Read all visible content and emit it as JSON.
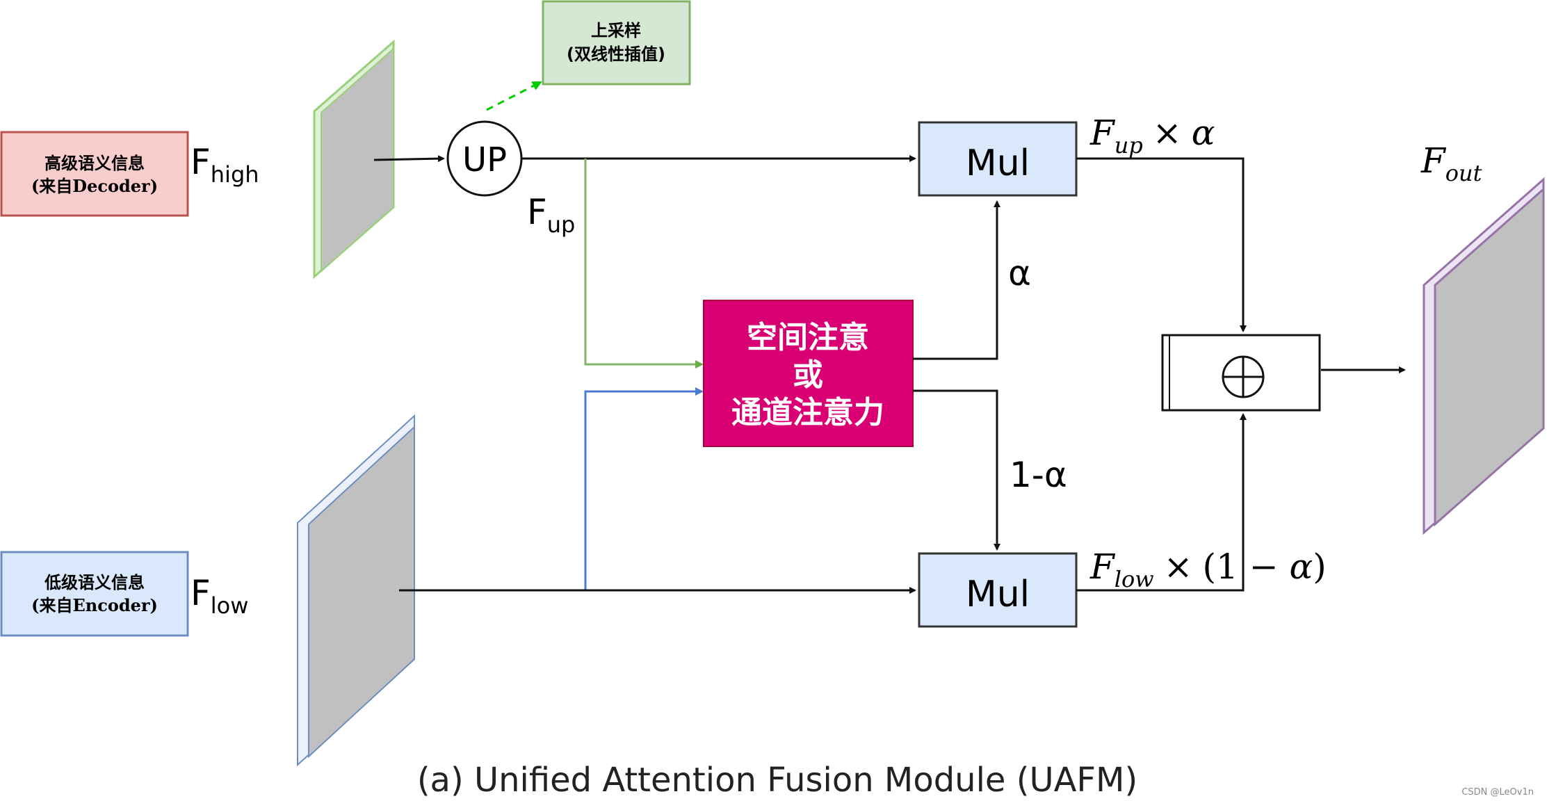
{
  "labels": {
    "high_info_line1": "高级语义信息",
    "high_info_line2": "(来自Decoder)",
    "low_info_line1": "低级语义信息",
    "low_info_line2": "(来自Encoder)",
    "upsample_line1": "上采样",
    "upsample_line2": "(双线性插值)",
    "up_node": "UP",
    "mul_top": "Mul",
    "mul_bottom": "Mul",
    "attention_line1": "空间注意",
    "attention_line2": "或",
    "attention_line3": "通道注意力",
    "plus": "⊕",
    "watermark": "CSDN @LeOv1n"
  },
  "math": {
    "f": "F",
    "high_sub": "high",
    "low_sub": "low",
    "up_sub": "up",
    "out_sub": "out",
    "times": "×",
    "alpha": "α",
    "one_minus_alpha": "1-α",
    "open_paren": "(1 − ",
    "close_paren": ")"
  },
  "caption": "(a) Unified Attention Fusion Module (UAFM)",
  "colors": {
    "red_box_fill": "#f8cecc",
    "red_box_stroke": "#b85450",
    "blue_box_fill": "#dae8fc",
    "blue_box_stroke": "#6c8ebf",
    "green_box_fill": "#d5e8d4",
    "green_box_stroke": "#82b366",
    "attention_fill": "#d80073",
    "mul_fill": "#dae8fc",
    "feature_gray": "#c0c0c0",
    "green_edge": "#97d077",
    "blue_edge": "#6c8ebf",
    "purple_edge": "#9673a6",
    "dashed_arrow": "#00cc00"
  }
}
